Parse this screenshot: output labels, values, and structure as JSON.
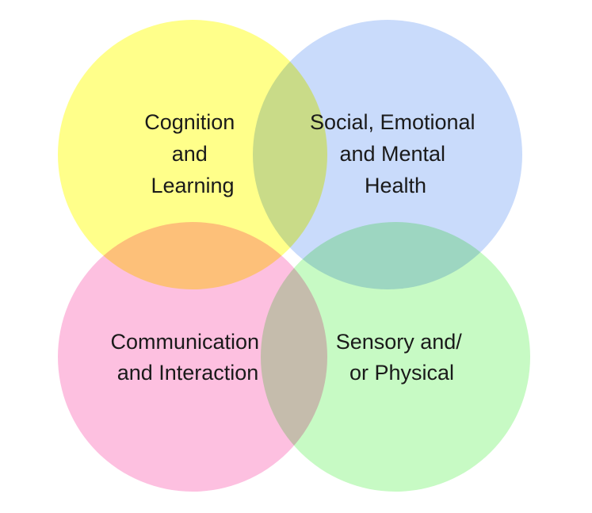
{
  "circles": [
    {
      "id": "cognition",
      "color": "#ffff8a",
      "lines": [
        "Cognition",
        "and",
        "Learning"
      ]
    },
    {
      "id": "social",
      "color": "#c9dbfb",
      "lines": [
        "Social, Emotional",
        "and Mental",
        "Health"
      ]
    },
    {
      "id": "communication",
      "color": "#fdc0e0",
      "lines": [
        "Communication",
        "and Interaction"
      ]
    },
    {
      "id": "sensory",
      "color": "#c7fac4",
      "lines": [
        "Sensory and/",
        "or Physical"
      ]
    }
  ]
}
